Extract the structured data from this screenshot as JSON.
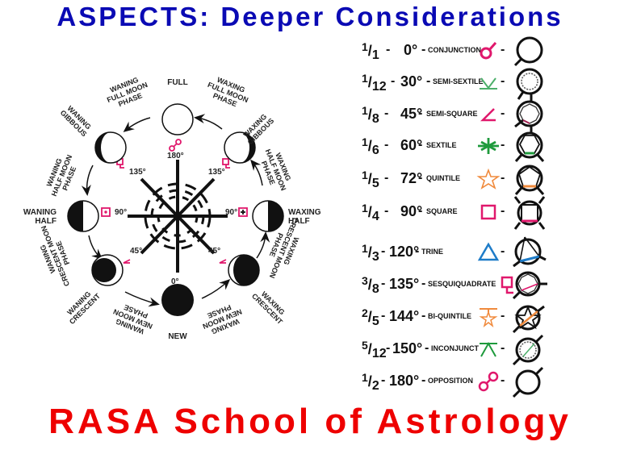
{
  "header": {
    "title": "ASPECTS: Deeper Considerations"
  },
  "footer": {
    "label": "RASA School of Astrology"
  },
  "wheel": {
    "phases": [
      {
        "name": "FULL",
        "position": "top"
      },
      {
        "name": "WAXING GIBBOUS",
        "position": "upper-right"
      },
      {
        "name": "WAXING HALF",
        "position": "right"
      },
      {
        "name": "WAXING CRESCENT",
        "position": "lower-right"
      },
      {
        "name": "NEW",
        "position": "bottom"
      },
      {
        "name": "WANING CRESCENT",
        "position": "lower-left"
      },
      {
        "name": "WANING HALF",
        "position": "left"
      },
      {
        "name": "WANING GIBBOUS",
        "position": "upper-left"
      }
    ],
    "transitions": [
      "WAXING FULL MOON PHASE",
      "WAXING HALF MOON PHASE",
      "WAXING CRESCENT MOON PHASE",
      "WAXING NEW MOON PHASE",
      "WANING NEW MOON PHASE",
      "WANING CRESCENT MOON PHASE",
      "WANING HALF MOON PHASE",
      "WANING FULL MOON PHASE"
    ],
    "labels": {
      "full": "FULL",
      "new": "NEW",
      "waxing_gibbous_1": "WAXING",
      "waxing_gibbous_2": "GIBBOUS",
      "waning_gibbous_1": "WANING",
      "waning_gibbous_2": "GIBBOUS",
      "waxing_half_1": "WAXING",
      "waxing_half_2": "HALF",
      "waning_half_1": "WANING",
      "waning_half_2": "HALF",
      "waxing_crescent_1": "WAXING",
      "waxing_crescent_2": "CRESCENT",
      "waning_crescent_1": "WANING",
      "waning_crescent_2": "CRESCENT",
      "wfmp_1": "WAXING",
      "wfmp_2": "FULL MOON",
      "wfmp_3": "PHASE",
      "nfmp_1": "WANING",
      "nfmp_2": "FULL MOON",
      "nfmp_3": "PHASE",
      "whmp_1": "WAXING",
      "whmp_2": "HALF MOON",
      "whmp_3": "PHASE",
      "nhmp_1": "WANING",
      "nhmp_2": "HALF MOON",
      "nhmp_3": "PHASE",
      "wcmp_1": "WAXING",
      "wcmp_2": "CRESCENT MOON",
      "wcmp_3": "PHASE",
      "ncmp_1": "WANING",
      "ncmp_2": "CRESCENT MOON",
      "ncmp_3": "PHASE",
      "wnmp_1": "WAXING",
      "wnmp_2": "NEW MOON",
      "wnmp_3": "PHASE",
      "nnmp_1": "WANING",
      "nnmp_2": "NEW MOON",
      "nnmp_3": "PHASE"
    },
    "angles": {
      "top": "180°",
      "bottom": "0°",
      "left": "90°",
      "right": "90°",
      "upper_left": "135°",
      "upper_right": "135°",
      "lower_left": "45°",
      "lower_right": "45°"
    }
  },
  "aspects": [
    {
      "num": "1",
      "den": "1",
      "degrees": "0°",
      "name": "CONJUNCTION",
      "color": "#e0186c",
      "glyph": "conjunction-icon"
    },
    {
      "num": "1",
      "den": "12",
      "degrees": "30°",
      "name": "SEMI-SEXTILE",
      "color": "#4caf6a",
      "glyph": "semi-sextile-icon"
    },
    {
      "num": "1",
      "den": "8",
      "degrees": "45°",
      "name": "SEMI-SQUARE",
      "color": "#e0186c",
      "glyph": "semi-square-icon"
    },
    {
      "num": "1",
      "den": "6",
      "degrees": "60°",
      "name": "SEXTILE",
      "color": "#1e9a3c",
      "glyph": "sextile-icon"
    },
    {
      "num": "1",
      "den": "5",
      "degrees": "72°",
      "name": "QUINTILE",
      "color": "#f08a3c",
      "glyph": "quintile-icon"
    },
    {
      "num": "1",
      "den": "4",
      "degrees": "90°",
      "name": "SQUARE",
      "color": "#e0186c",
      "glyph": "square-icon"
    },
    {
      "num": "1",
      "den": "3",
      "degrees": "120°",
      "name": "TRINE",
      "color": "#1e7cc8",
      "glyph": "trine-icon"
    },
    {
      "num": "3",
      "den": "8",
      "degrees": "135°",
      "name": "SESQUIQUADRATE",
      "color": "#e0186c",
      "glyph": "sesquiquadrate-icon"
    },
    {
      "num": "2",
      "den": "5",
      "degrees": "144°",
      "name": "BI-QUINTILE",
      "color": "#f08a3c",
      "glyph": "bi-quintile-icon"
    },
    {
      "num": "5",
      "den": "12",
      "degrees": "150°",
      "name": "INCONJUNCT",
      "color": "#1e9a3c",
      "glyph": "inconjunct-icon"
    },
    {
      "num": "1",
      "den": "2",
      "degrees": "180°",
      "name": "OPPOSITION",
      "color": "#e0186c",
      "glyph": "opposition-icon"
    }
  ],
  "colors": {
    "title": "#0a0ab4",
    "footer": "#ee0000",
    "aspect_pink": "#e0186c"
  }
}
